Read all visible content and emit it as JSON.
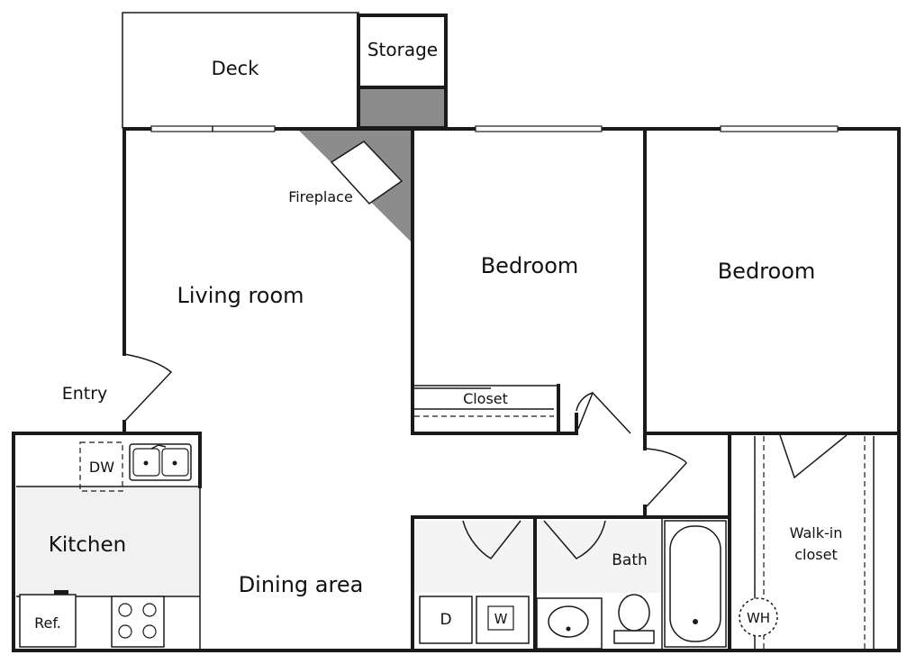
{
  "rooms": {
    "deck": "Deck",
    "storage": "Storage",
    "fireplace": "Fireplace",
    "living_room": "Living room",
    "bedroom_1": "Bedroom",
    "bedroom_2": "Bedroom",
    "closet": "Closet",
    "entry": "Entry",
    "kitchen": "Kitchen",
    "dining_area": "Dining area",
    "bath": "Bath",
    "walk_in_closet_line1": "Walk-in",
    "walk_in_closet_line2": "closet"
  },
  "fixtures": {
    "dishwasher": "DW",
    "refrigerator": "Ref.",
    "dryer": "D",
    "washer": "W",
    "water_heater": "WH"
  },
  "colors": {
    "wall": "#1a1a1a",
    "shaded_fill": "#8c8c8c",
    "kitchen_floor": "#f1f1f1"
  }
}
